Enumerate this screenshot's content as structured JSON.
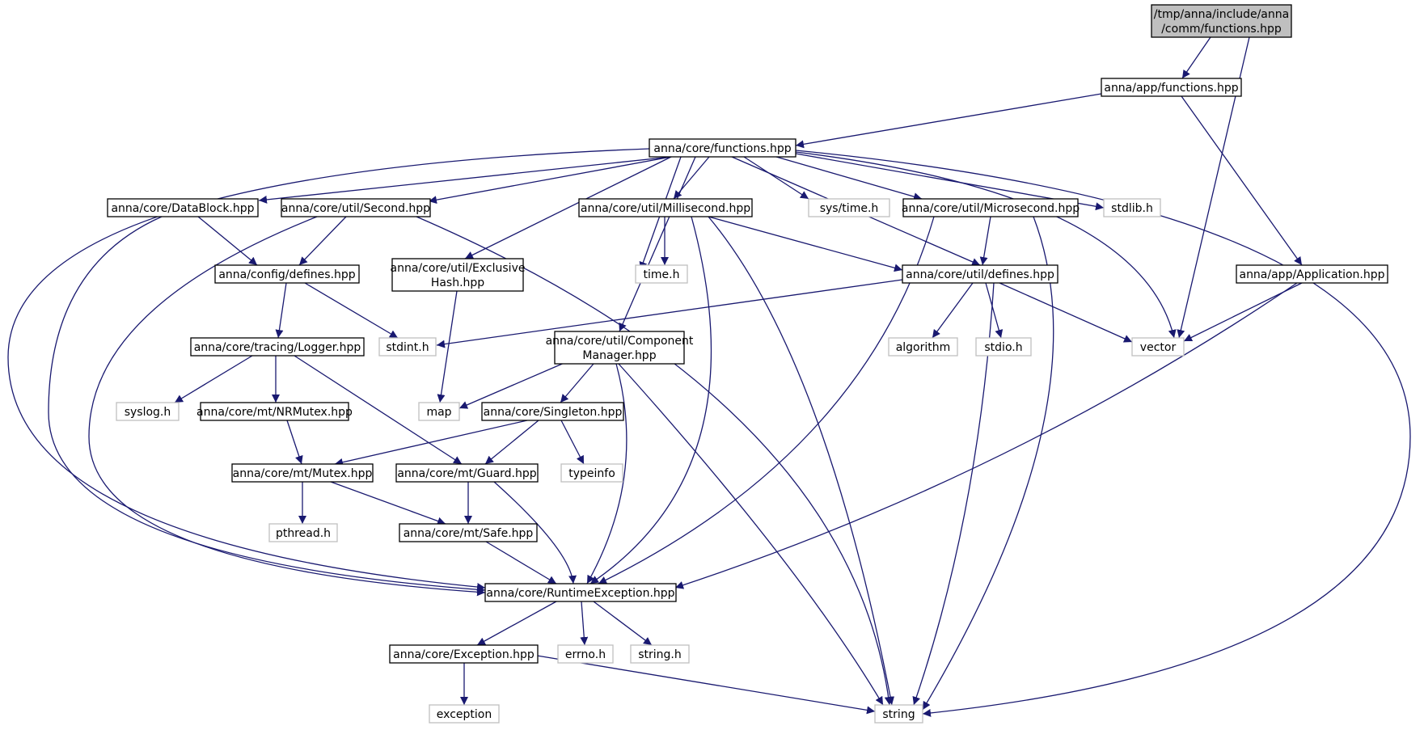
{
  "diagram": {
    "colors": {
      "edge": "#191970",
      "root_fill": "#bfbfbf",
      "box_border": "#000000",
      "external_border": "#bfbfbf"
    },
    "nodes": {
      "root": {
        "lines": [
          "/tmp/anna/include/anna",
          "/comm/functions.hpp"
        ],
        "kind": "root"
      },
      "app_functions": {
        "lines": [
          "anna/app/functions.hpp"
        ],
        "kind": "header"
      },
      "core_functions": {
        "lines": [
          "anna/core/functions.hpp"
        ],
        "kind": "header"
      },
      "datablock": {
        "lines": [
          "anna/core/DataBlock.hpp"
        ],
        "kind": "header"
      },
      "second": {
        "lines": [
          "anna/core/util/Second.hpp"
        ],
        "kind": "header"
      },
      "millisecond": {
        "lines": [
          "anna/core/util/Millisecond.hpp"
        ],
        "kind": "header"
      },
      "sys_time": {
        "lines": [
          "sys/time.h"
        ],
        "kind": "external"
      },
      "microsecond": {
        "lines": [
          "anna/core/util/Microsecond.hpp"
        ],
        "kind": "header"
      },
      "stdlib": {
        "lines": [
          "stdlib.h"
        ],
        "kind": "external"
      },
      "config_defines": {
        "lines": [
          "anna/config/defines.hpp"
        ],
        "kind": "header"
      },
      "exclusive_hash": {
        "lines": [
          "anna/core/util/Exclusive",
          "Hash.hpp"
        ],
        "kind": "header"
      },
      "time_h": {
        "lines": [
          "time.h"
        ],
        "kind": "external"
      },
      "util_defines": {
        "lines": [
          "anna/core/util/defines.hpp"
        ],
        "kind": "header"
      },
      "application": {
        "lines": [
          "anna/app/Application.hpp"
        ],
        "kind": "header"
      },
      "logger": {
        "lines": [
          "anna/core/tracing/Logger.hpp"
        ],
        "kind": "header"
      },
      "stdint": {
        "lines": [
          "stdint.h"
        ],
        "kind": "external"
      },
      "component_manager": {
        "lines": [
          "anna/core/util/Component",
          "Manager.hpp"
        ],
        "kind": "header"
      },
      "algorithm": {
        "lines": [
          "algorithm"
        ],
        "kind": "external"
      },
      "stdio": {
        "lines": [
          "stdio.h"
        ],
        "kind": "external"
      },
      "vector": {
        "lines": [
          "vector"
        ],
        "kind": "external"
      },
      "syslog": {
        "lines": [
          "syslog.h"
        ],
        "kind": "external"
      },
      "nrmutex": {
        "lines": [
          "anna/core/mt/NRMutex.hpp"
        ],
        "kind": "header"
      },
      "map": {
        "lines": [
          "map"
        ],
        "kind": "external"
      },
      "singleton": {
        "lines": [
          "anna/core/Singleton.hpp"
        ],
        "kind": "header"
      },
      "mutex": {
        "lines": [
          "anna/core/mt/Mutex.hpp"
        ],
        "kind": "header"
      },
      "guard": {
        "lines": [
          "anna/core/mt/Guard.hpp"
        ],
        "kind": "header"
      },
      "typeinfo": {
        "lines": [
          "typeinfo"
        ],
        "kind": "external"
      },
      "pthread": {
        "lines": [
          "pthread.h"
        ],
        "kind": "external"
      },
      "safe": {
        "lines": [
          "anna/core/mt/Safe.hpp"
        ],
        "kind": "header"
      },
      "runtime_exception": {
        "lines": [
          "anna/core/RuntimeException.hpp"
        ],
        "kind": "header"
      },
      "exception_hpp": {
        "lines": [
          "anna/core/Exception.hpp"
        ],
        "kind": "header"
      },
      "errno": {
        "lines": [
          "errno.h"
        ],
        "kind": "external"
      },
      "string_h": {
        "lines": [
          "string.h"
        ],
        "kind": "external"
      },
      "exception": {
        "lines": [
          "exception"
        ],
        "kind": "external"
      },
      "string": {
        "lines": [
          "string"
        ],
        "kind": "external"
      }
    },
    "edges": [
      [
        "root",
        "app_functions"
      ],
      [
        "root",
        "vector"
      ],
      [
        "app_functions",
        "core_functions"
      ],
      [
        "app_functions",
        "application"
      ],
      [
        "core_functions",
        "runtime_exception"
      ],
      [
        "core_functions",
        "datablock"
      ],
      [
        "core_functions",
        "second"
      ],
      [
        "core_functions",
        "exclusive_hash"
      ],
      [
        "core_functions",
        "component_manager"
      ],
      [
        "core_functions",
        "time_h"
      ],
      [
        "core_functions",
        "millisecond"
      ],
      [
        "core_functions",
        "sys_time"
      ],
      [
        "core_functions",
        "util_defines"
      ],
      [
        "core_functions",
        "microsecond"
      ],
      [
        "core_functions",
        "stdlib"
      ],
      [
        "core_functions",
        "vector"
      ],
      [
        "core_functions",
        "string"
      ],
      [
        "datablock",
        "runtime_exception"
      ],
      [
        "datablock",
        "config_defines"
      ],
      [
        "second",
        "runtime_exception"
      ],
      [
        "second",
        "config_defines"
      ],
      [
        "second",
        "string"
      ],
      [
        "millisecond",
        "time_h"
      ],
      [
        "millisecond",
        "util_defines"
      ],
      [
        "millisecond",
        "runtime_exception"
      ],
      [
        "millisecond",
        "string"
      ],
      [
        "microsecond",
        "util_defines"
      ],
      [
        "microsecond",
        "runtime_exception"
      ],
      [
        "microsecond",
        "string"
      ],
      [
        "config_defines",
        "logger"
      ],
      [
        "config_defines",
        "stdint"
      ],
      [
        "exclusive_hash",
        "map"
      ],
      [
        "util_defines",
        "stdint"
      ],
      [
        "util_defines",
        "algorithm"
      ],
      [
        "util_defines",
        "stdio"
      ],
      [
        "util_defines",
        "vector"
      ],
      [
        "util_defines",
        "string"
      ],
      [
        "application",
        "vector"
      ],
      [
        "application",
        "runtime_exception"
      ],
      [
        "logger",
        "syslog"
      ],
      [
        "logger",
        "nrmutex"
      ],
      [
        "logger",
        "guard"
      ],
      [
        "component_manager",
        "map"
      ],
      [
        "component_manager",
        "singleton"
      ],
      [
        "component_manager",
        "runtime_exception"
      ],
      [
        "component_manager",
        "string"
      ],
      [
        "nrmutex",
        "mutex"
      ],
      [
        "singleton",
        "mutex"
      ],
      [
        "singleton",
        "guard"
      ],
      [
        "singleton",
        "typeinfo"
      ],
      [
        "mutex",
        "pthread"
      ],
      [
        "mutex",
        "safe"
      ],
      [
        "guard",
        "safe"
      ],
      [
        "guard",
        "runtime_exception"
      ],
      [
        "safe",
        "runtime_exception"
      ],
      [
        "runtime_exception",
        "exception_hpp"
      ],
      [
        "runtime_exception",
        "errno"
      ],
      [
        "runtime_exception",
        "string_h"
      ],
      [
        "exception_hpp",
        "exception"
      ],
      [
        "exception_hpp",
        "string"
      ]
    ]
  }
}
